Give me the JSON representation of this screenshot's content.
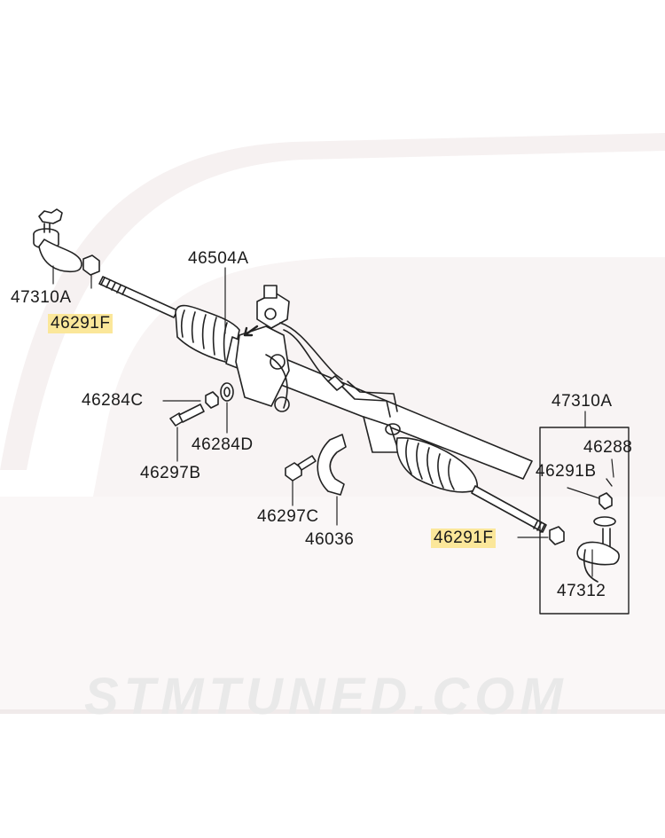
{
  "watermark": "STMTUNED.COM",
  "highlight_color": "#fbe79a",
  "labels": {
    "p47310A_left": "47310A",
    "p46291F_left": "46291F",
    "p46504A": "46504A",
    "p46284C": "46284C",
    "p46284D": "46284D",
    "p46297B": "46297B",
    "p46297C": "46297C",
    "p46036": "46036",
    "p46291F_right": "46291F",
    "p47310A_right": "47310A",
    "p46288": "46288",
    "p46291B": "46291B",
    "p47312": "47312"
  }
}
